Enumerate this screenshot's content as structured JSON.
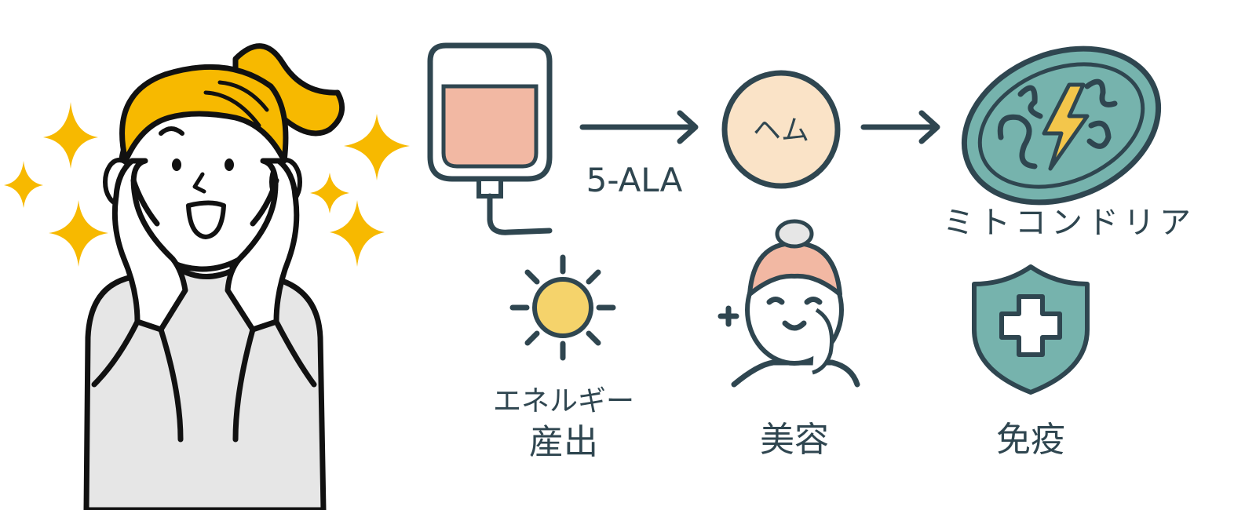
{
  "flow": {
    "arrow_label": "5-ALA",
    "heme_label": "ヘム",
    "mitochondria_label": "ミトコンドリア"
  },
  "benefits": [
    {
      "line1": "エネルギー",
      "line2": "産出",
      "icon": "sun-icon"
    },
    {
      "line1": "美容",
      "icon": "smiling-woman-icon"
    },
    {
      "line1": "免疫",
      "icon": "shield-cross-icon"
    }
  ],
  "colors": {
    "outline": "#2f4650",
    "blood": "#f2b8a3",
    "heme_fill": "#fae3c7",
    "mitochondria": "#76b3ad",
    "bolt": "#f3c64b",
    "sun": "#f5d36b",
    "hair": "#f7b900",
    "sparkle": "#f7b900",
    "sweater": "#e6e6e6"
  }
}
